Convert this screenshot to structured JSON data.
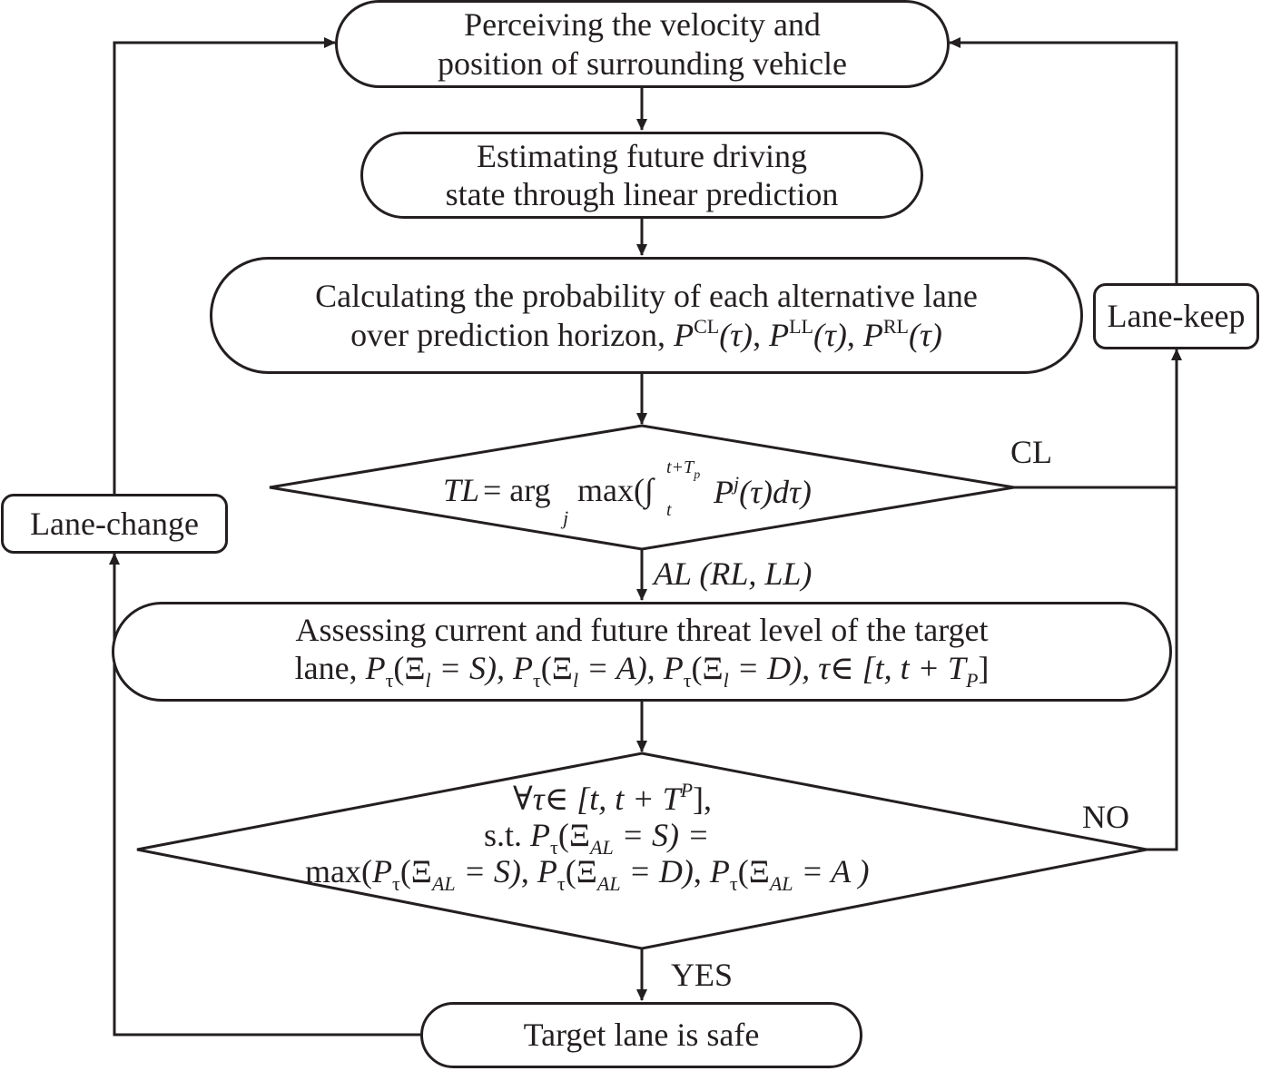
{
  "nodes": {
    "perceive": [
      "Perceiving the velocity and",
      "position of surrounding vehicle"
    ],
    "estimate": [
      "Estimating future driving",
      "state through linear prediction"
    ],
    "calculate": {
      "line1": "Calculating the probability of each alternative lane",
      "line2_prefix": "over prediction horizon, ",
      "P": "P",
      "CL": "CL",
      "LL": "LL",
      "RL": "RL",
      "tau_arg": "(τ)",
      "sep": ", "
    },
    "assess": {
      "line1": "Assessing current and future threat level of the target",
      "line2_prefix": "lane, ",
      "items": [
        {
          "P": "P",
          "sub": "τ",
          "open": "(Ξ",
          "l": "l",
          "rest": " = S), "
        },
        {
          "P": "P",
          "sub": "τ",
          "open": "(Ξ",
          "l": "l",
          "rest": " = A), "
        },
        {
          "P": "P",
          "sub": "τ",
          "open": "(Ξ",
          "l": "l",
          "rest": " = D), "
        }
      ],
      "tail": "τ∈ [t, t + T",
      "tail_sub": "P",
      "tail_close": "]"
    },
    "safe": "Target lane is safe",
    "lane_keep": "Lane-keep",
    "lane_change": "Lane-change"
  },
  "decision1": {
    "lhs": "TL",
    "eq": " = arg",
    "arg_sub": "j",
    "max": "max(∫",
    "upper": "t+T",
    "upper_sub": "p",
    "lower": "t",
    "body_P": "P",
    "body_sup": "j",
    "body_rest": "(τ)dτ)"
  },
  "decision2": {
    "line1": "∀τ∈ [t, t + T",
    "line1_sup": "P",
    "line1_end": "],",
    "line2_prefix": "s.t.  ",
    "line3_prefix": "max(",
    "P": "P",
    "tau": "τ",
    "xi": "(Ξ",
    "AL": "AL",
    "eqS": " = S)",
    "eqS_eq": " = S) =",
    "eqD": " = D)",
    "eqA": " = A )",
    "comma": ", "
  },
  "edge_labels": {
    "cl": "CL",
    "al": "AL (RL, LL)",
    "no": "NO",
    "yes": "YES"
  },
  "colors": {
    "stroke": "#231f20",
    "background": "#ffffff"
  }
}
